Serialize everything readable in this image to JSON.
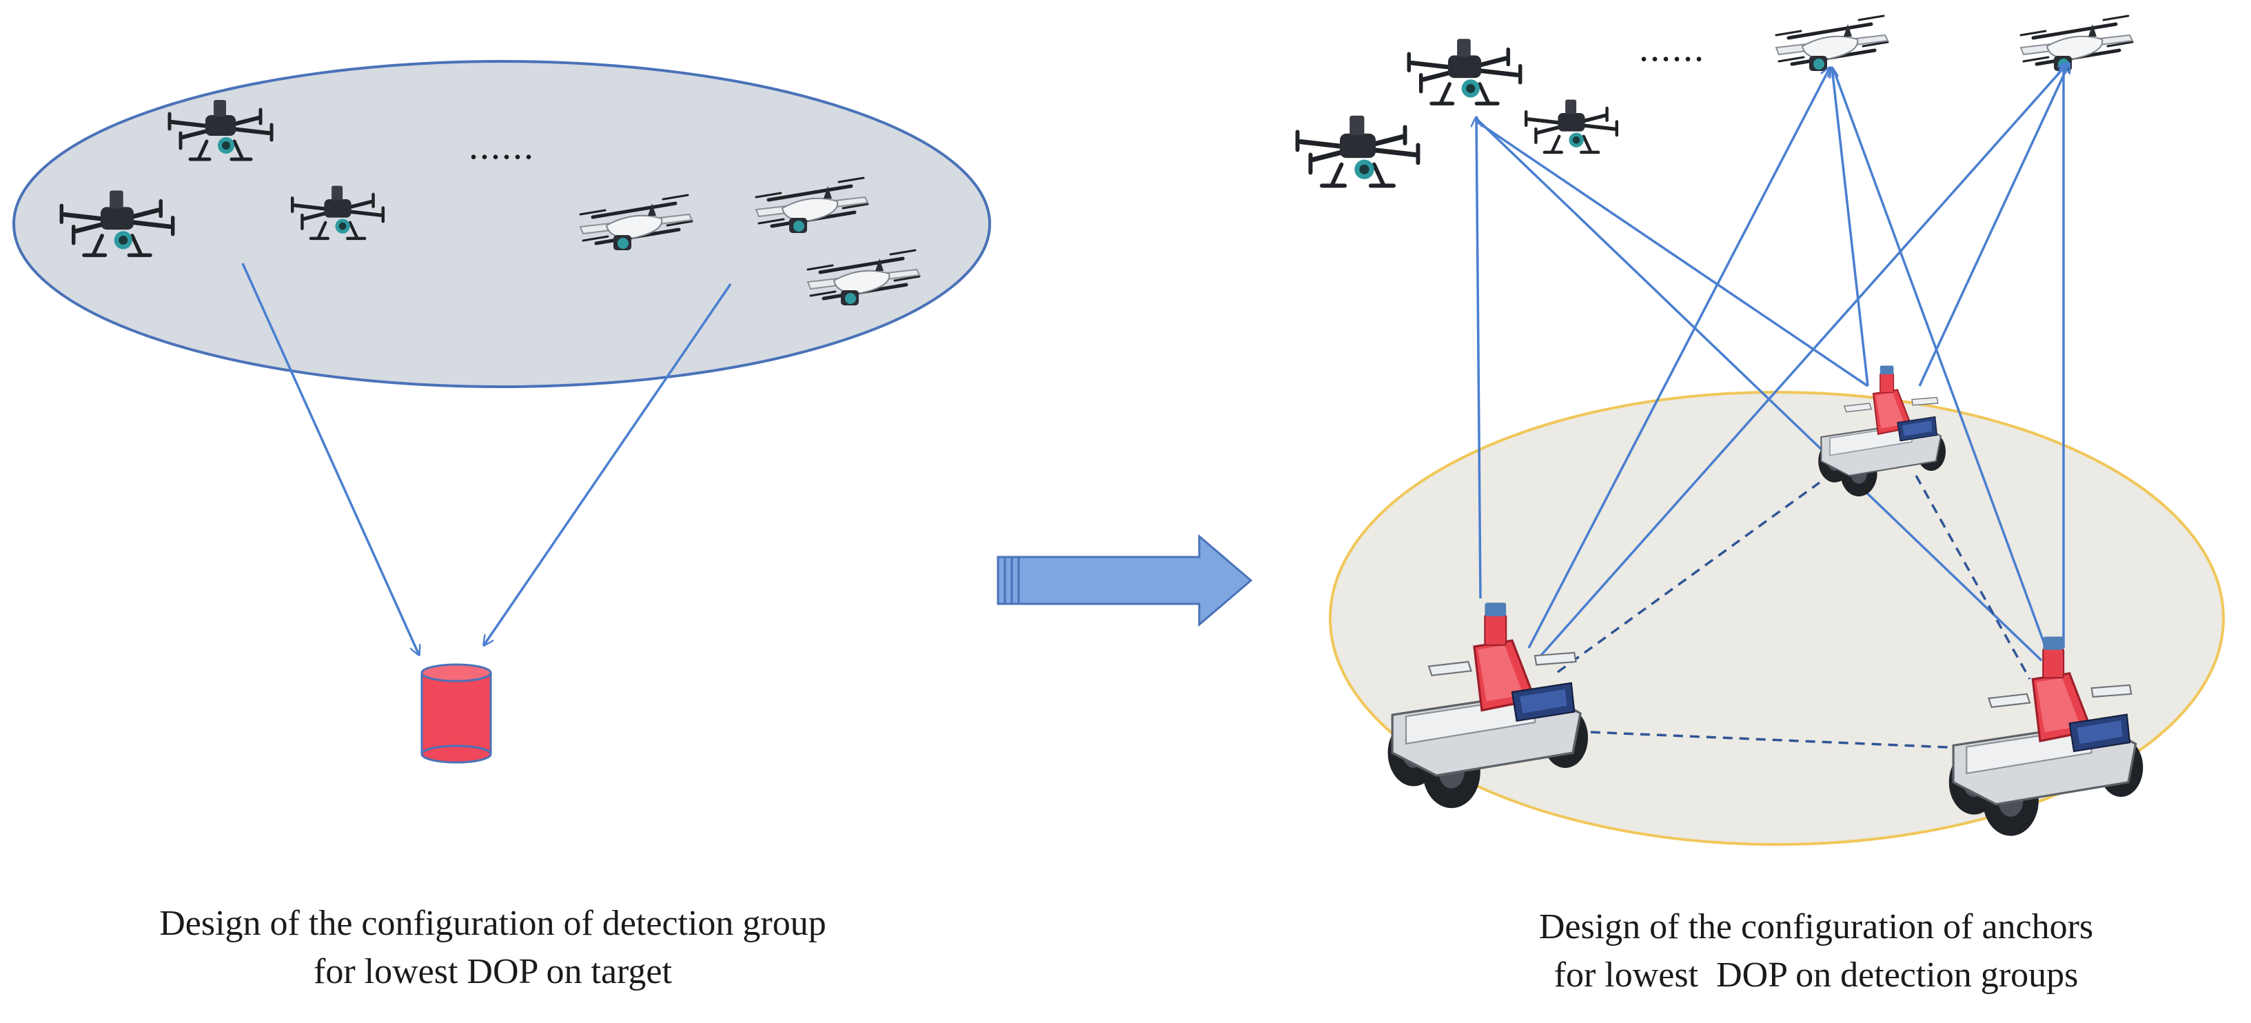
{
  "captions": {
    "left_line1": "Design of the configuration of detection group",
    "left_line2": "for lowest DOP on target",
    "right_line1": "Design of the configuration of anchors",
    "right_line2": "for lowest  DOP on detection groups"
  },
  "ellipsis_left": "......",
  "ellipsis_right": "......",
  "colors": {
    "detection_ellipse_fill": "#d6dbe2",
    "detection_ellipse_stroke": "#4a72b8",
    "anchor_ellipse_fill": "#eceae4",
    "anchor_ellipse_stroke": "#f0c75a",
    "link_line": "#4a7fd0",
    "target_fill": "#f0475a",
    "arrow_fill": "#7ea6e0",
    "arrow_stroke": "#4a72b8"
  },
  "icons": {
    "quadcopter": "quadcopter-drone-icon",
    "fixed_wing": "vtol-drone-icon",
    "ground_robot": "ground-robot-anchor-icon",
    "target": "cylinder-target-icon"
  }
}
